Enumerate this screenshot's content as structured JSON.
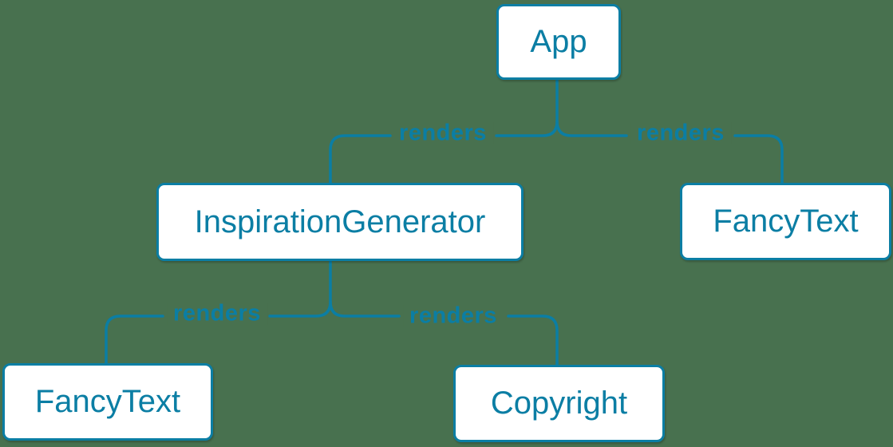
{
  "diagram": {
    "colors": {
      "background": "#48714F",
      "accent": "#0B7EA4",
      "node_fill": "#FFFFFF"
    },
    "nodes": [
      {
        "id": "app",
        "label": "App"
      },
      {
        "id": "inspiration-generator",
        "label": "InspirationGenerator"
      },
      {
        "id": "fancy-text-top",
        "label": "FancyText"
      },
      {
        "id": "fancy-text-bottom",
        "label": "FancyText"
      },
      {
        "id": "copyright",
        "label": "Copyright"
      }
    ],
    "edges": [
      {
        "from": "App",
        "to": "InspirationGenerator",
        "label": "renders"
      },
      {
        "from": "App",
        "to": "FancyText",
        "label": "renders"
      },
      {
        "from": "InspirationGenerator",
        "to": "FancyText",
        "label": "renders"
      },
      {
        "from": "InspirationGenerator",
        "to": "Copyright",
        "label": "renders"
      }
    ]
  }
}
